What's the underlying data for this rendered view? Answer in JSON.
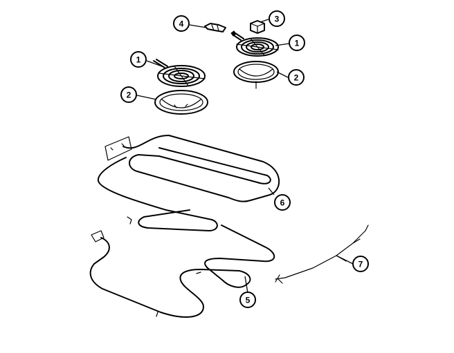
{
  "callouts": [
    {
      "id": "c4",
      "label": "4"
    },
    {
      "id": "c3",
      "label": "3"
    },
    {
      "id": "c1a",
      "label": "1"
    },
    {
      "id": "c1b",
      "label": "1"
    },
    {
      "id": "c2a",
      "label": "2"
    },
    {
      "id": "c2b",
      "label": "2"
    },
    {
      "id": "c6",
      "label": "6"
    },
    {
      "id": "c7",
      "label": "7"
    },
    {
      "id": "c5",
      "label": "5"
    }
  ]
}
